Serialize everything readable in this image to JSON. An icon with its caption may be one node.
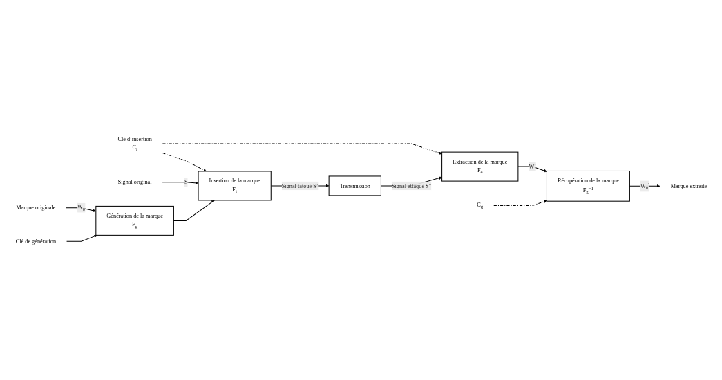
{
  "diagram": {
    "nodes": [
      {
        "text": [
          "Clé d’insertion",
          "C$_{i}$"
        ]
      },
      {
        "text": [
          "Signal original"
        ]
      },
      {
        "text": [
          "Insertion de la marque",
          "F$_{i}$"
        ]
      },
      {
        "text": [
          "Transmission"
        ]
      },
      {
        "text": [
          "Extraction de la marque",
          "F$_{e}$"
        ]
      },
      {
        "text": [
          "Génération de la marque",
          "F$_{g}$"
        ]
      },
      {
        "text": [
          "Récupération de la marque",
          "F$_{g}$$^{−1}$"
        ]
      },
      {
        "text": [
          "Marque originale"
        ]
      },
      {
        "text": [
          "Clé de génération"
        ]
      },
      {
        "text": [
          "C$_{g}$"
        ]
      },
      {
        "text": [
          "Marque extraite"
        ]
      }
    ],
    "edges": [
      {
        "from": 0,
        "to": 2,
        "arrow": "to",
        "style": "dashed"
      },
      {
        "from": 0,
        "to": 4,
        "arrow": "to",
        "style": "dashed"
      },
      {
        "from": 1,
        "to": 2,
        "arrow": "to",
        "label": "S"
      },
      {
        "from": 2,
        "to": 3,
        "arrow": "to",
        "label": "Signal tatoué S’"
      },
      {
        "from": 3,
        "to": 4,
        "arrow": "to",
        "label": "Signal attaqué S\""
      },
      {
        "from": 5,
        "to": 2,
        "arrow": "to"
      },
      {
        "from": 7,
        "to": 5,
        "arrow": "to",
        "label": "W$_{0}$"
      },
      {
        "from": 8,
        "to": 5,
        "arrow": "to"
      },
      {
        "from": 4,
        "to": 6,
        "arrow": "to",
        "label": "W’"
      },
      {
        "from": 9,
        "to": 6,
        "arrow": "to",
        "style": "dashed"
      },
      {
        "from": 6,
        "to": 10,
        "arrow": "to",
        "label": "W$_{0}$$^{′}$"
      }
    ]
  }
}
